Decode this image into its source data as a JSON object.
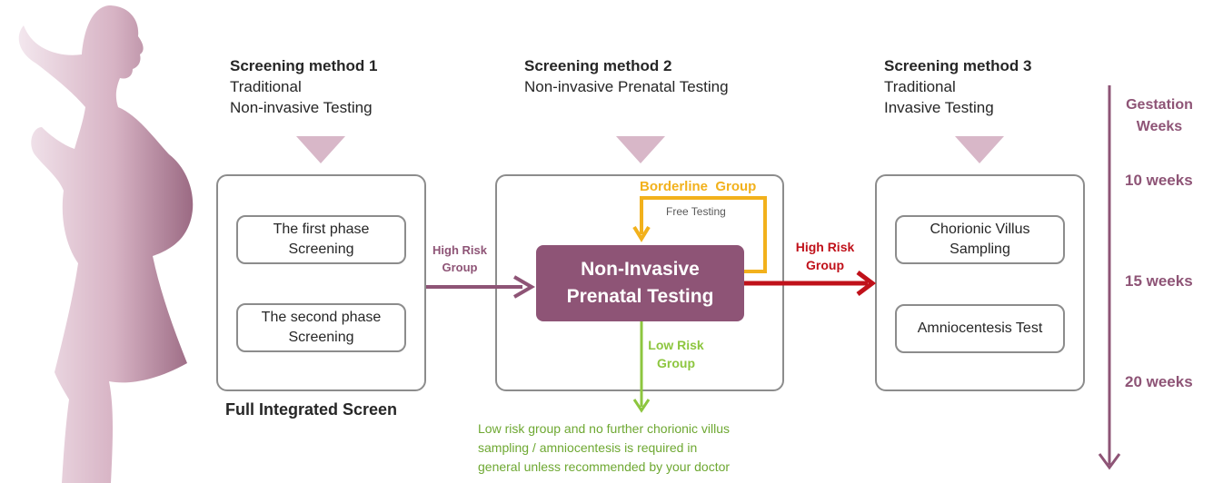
{
  "methods": [
    {
      "title": "Screening method 1",
      "line1": "Traditional",
      "line2": "Non-invasive Testing"
    },
    {
      "title": "Screening method 2",
      "line1": "Non-invasive Prenatal Testing"
    },
    {
      "title": "Screening method 3",
      "line1": "Traditional",
      "line2": "Invasive Testing"
    }
  ],
  "box1": {
    "phase1_line1": "The first phase",
    "phase1_line2": "Screening",
    "phase2_line1": "The second phase",
    "phase2_line2": "Screening",
    "caption": "Full Integrated Screen"
  },
  "box2": {
    "nipt_line1": "Non-Invasive",
    "nipt_line2": "Prenatal Testing",
    "borderline": "Borderline  Group",
    "free_testing": "Free Testing",
    "low_risk_line1": "Low Risk",
    "low_risk_line2": "Group",
    "low_risk_note1": "Low risk group and no further chorionic villus",
    "low_risk_note2": "sampling / amniocentesis is required in",
    "low_risk_note3": "general unless recommended by your doctor"
  },
  "box3": {
    "cvs_line1": "Chorionic Villus",
    "cvs_line2": "Sampling",
    "amnio": "Amniocentesis Test"
  },
  "arrows": {
    "high_risk_1_line1": "High Risk",
    "high_risk_1_line2": "Group",
    "high_risk_2_line1": "High Risk",
    "high_risk_2_line2": "Group"
  },
  "timeline": {
    "title_line1": "Gestation",
    "title_line2": "Weeks",
    "weeks": [
      "10 weeks",
      "15 weeks",
      "20 weeks"
    ]
  },
  "colors": {
    "plum": "#8e5476",
    "borderline": "#f2b11c",
    "low_risk": "#8dc63f",
    "high_risk": "#c0111a",
    "high_risk_1": "#8e5476"
  }
}
